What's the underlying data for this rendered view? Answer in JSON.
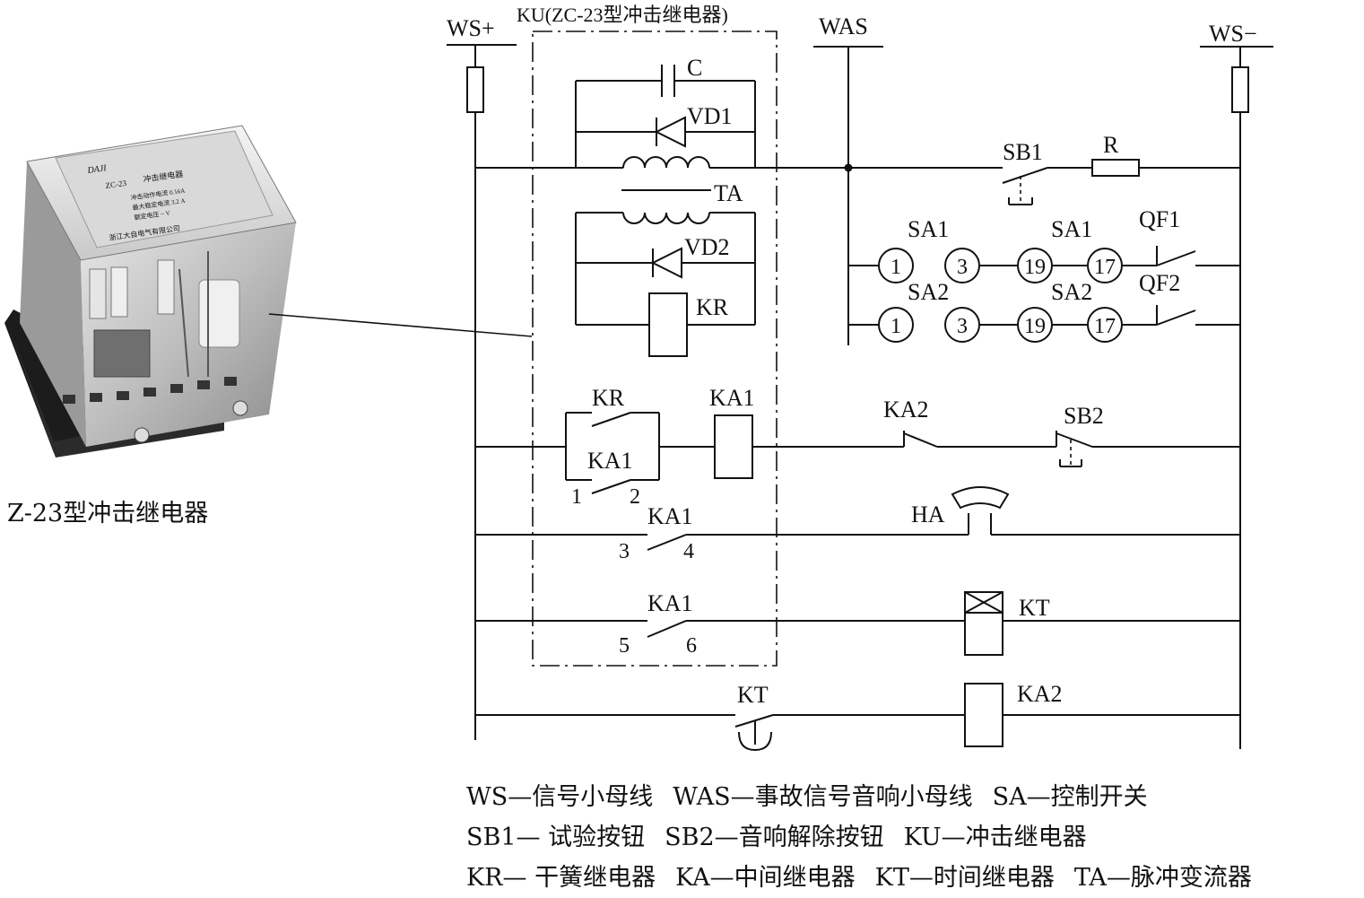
{
  "photo": {
    "caption": "Z-23型冲击继电器"
  },
  "buses": {
    "ws_plus": "WS+",
    "was": "WAS",
    "ws_minus": "WS−"
  },
  "ku_box_label": "KU(ZC-23型冲击继电器)",
  "components": {
    "C": "C",
    "VD1": "VD1",
    "TA": "TA",
    "VD2": "VD2",
    "KR_coil": "KR",
    "SB1": "SB1",
    "R": "R",
    "SA1_left": "SA1",
    "SA1_right": "SA1",
    "SA2_left": "SA2",
    "SA2_right": "SA2",
    "QF1": "QF1",
    "QF2": "QF2",
    "KR_contact": "KR",
    "KA1_contact12": "KA1",
    "KA1_coil": "KA1",
    "KA2_contact": "KA2",
    "SB2": "SB2",
    "KA1_contact34": "KA1",
    "HA": "HA",
    "KA1_contact56": "KA1",
    "KT_coil": "KT",
    "KT_contact": "KT",
    "KA2_coil": "KA2"
  },
  "terminals": {
    "sa1": [
      "1",
      "3",
      "19",
      "17"
    ],
    "sa2": [
      "1",
      "3",
      "19",
      "17"
    ],
    "ka1_12": [
      "1",
      "2"
    ],
    "ka1_34": [
      "3",
      "4"
    ],
    "ka1_56": [
      "5",
      "6"
    ]
  },
  "relay_photo": {
    "brand": "DAJI",
    "model": "ZC-23",
    "name": "冲击继电器",
    "specs": [
      "冲击动作电流 0.16A",
      "最大稳定电流 3.2 A",
      "额定电压 ~ V"
    ],
    "maker": "浙江大自电气有限公司"
  },
  "legend": [
    [
      "WS—信号小母线",
      "WAS—事故信号音响小母线",
      "SA—控制开关"
    ],
    [
      "SB1— 试验按钮",
      "SB2—音响解除按钮",
      "KU—冲击继电器"
    ],
    [
      "KR— 干簧继电器",
      "KA—中间继电器",
      "KT—时间继电器",
      "TA—脉冲变流器"
    ]
  ]
}
